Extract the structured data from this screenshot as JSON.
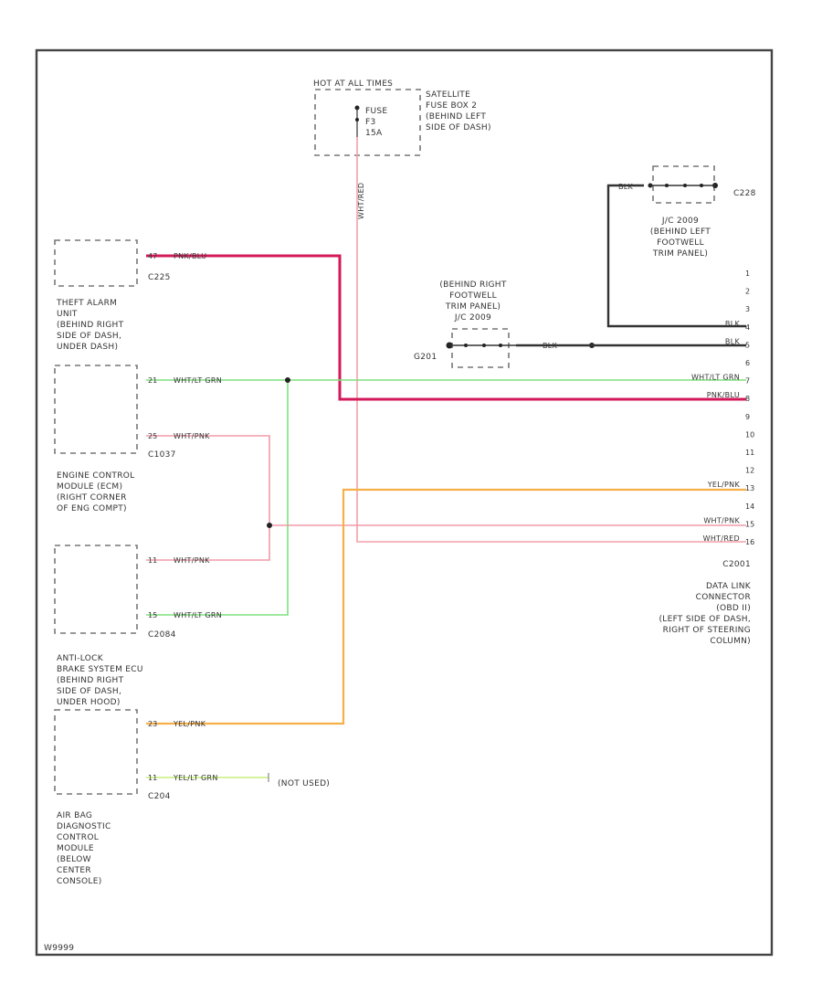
{
  "fuse": {
    "label": "HOT AT ALL TIMES",
    "name": "FUSE",
    "number": "F3",
    "rating": "15A",
    "location": [
      "SATELLITE",
      "FUSE BOX 2",
      "(BEHIND LEFT",
      "SIDE OF DASH)"
    ],
    "wire": "WHT/RED"
  },
  "ground_top": {
    "wire": "BLK",
    "connector": "C228",
    "location": [
      "J/C 2009",
      "(BEHIND LEFT",
      "FOOTWELL",
      "TRIM PANEL)"
    ]
  },
  "ground_mid": {
    "connector": "G201",
    "location": [
      "(BEHIND RIGHT",
      "FOOTWELL",
      "TRIM PANEL)",
      "J/C 2009"
    ],
    "wire": "BLK"
  },
  "components": {
    "theft": {
      "connector": "C225",
      "pin": "47",
      "wire": "PNK/BLU",
      "name": [
        "THEFT ALARM",
        "UNIT",
        "(BEHIND RIGHT",
        "SIDE OF DASH,",
        "UNDER DASH)"
      ]
    },
    "ecm": {
      "connector": "C1037",
      "pins": [
        "21",
        "25"
      ],
      "wires": [
        "WHT/LT GRN",
        "WHT/PNK"
      ],
      "name": [
        "ENGINE CONTROL",
        "MODULE (ECM)",
        "(RIGHT CORNER",
        "OF ENG COMPT)"
      ]
    },
    "abs": {
      "connector": "C2084",
      "pins": [
        "11",
        "15"
      ],
      "wires": [
        "WHT/PNK",
        "WHT/LT GRN"
      ],
      "name": [
        "ANTI-LOCK",
        "BRAKE SYSTEM ECU",
        "(BEHIND RIGHT",
        "SIDE OF DASH,",
        "UNDER HOOD)"
      ]
    },
    "airbag": {
      "connector": "C204",
      "pins": [
        "23",
        "11"
      ],
      "wires": [
        "YEL/PNK",
        "YEL/LT GRN"
      ],
      "not_used": "(NOT USED)",
      "name": [
        "AIR BAG",
        "DIAGNOSTIC",
        "CONTROL",
        "MODULE",
        "(BELOW",
        "CENTER",
        "CONSOLE)"
      ]
    }
  },
  "dlc": {
    "connector": "C2001",
    "pins": [
      "1",
      "2",
      "3",
      "4",
      "5",
      "6",
      "7",
      "8",
      "9",
      "10",
      "11",
      "12",
      "13",
      "14",
      "15",
      "16"
    ],
    "wires": {
      "4": "BLK",
      "5": "BLK",
      "7": "WHT/LT GRN",
      "8": "PNK/BLU",
      "13": "YEL/PNK",
      "15": "WHT/PNK",
      "16": "WHT/RED"
    },
    "name": [
      "DATA LINK",
      "CONNECTOR",
      "(OBD II)",
      "(LEFT SIDE OF DASH,",
      "RIGHT OF STEERING",
      "COLUMN)"
    ]
  },
  "footer": "W9999",
  "colors": {
    "pnk_blu": "#d3195a",
    "wht_lt_grn": "#7ee07e",
    "wht_pnk": "#f29aaa",
    "wht_red": "#f4a0a8",
    "yel_pnk": "#f6b04a",
    "yel_lt_grn": "#c6f07a",
    "blk": "#333333"
  }
}
